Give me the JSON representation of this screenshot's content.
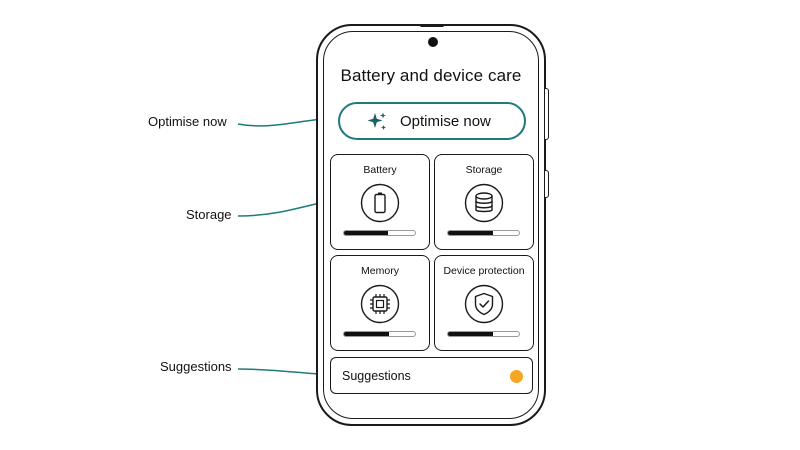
{
  "screen": {
    "title": "Battery and device care"
  },
  "optimise_button": {
    "label": "Optimise now",
    "icon": "sparkle-icon"
  },
  "tiles": [
    {
      "label": "Battery",
      "icon": "battery-icon",
      "level": 0.62
    },
    {
      "label": "Storage",
      "icon": "database-icon",
      "level": 0.63
    },
    {
      "label": "Memory",
      "icon": "chip-icon",
      "level": 0.63
    },
    {
      "label": "Device protection",
      "icon": "shield-check-icon",
      "level": 0.63
    }
  ],
  "suggestions": {
    "label": "Suggestions",
    "indicator_color": "#f5a623"
  },
  "callouts": {
    "optimise": "Optimise now",
    "storage": "Storage",
    "suggestions": "Suggestions"
  },
  "colors": {
    "accent": "#1f7a7a",
    "outline": "#1a1a1a",
    "notification": "#f5a623"
  }
}
